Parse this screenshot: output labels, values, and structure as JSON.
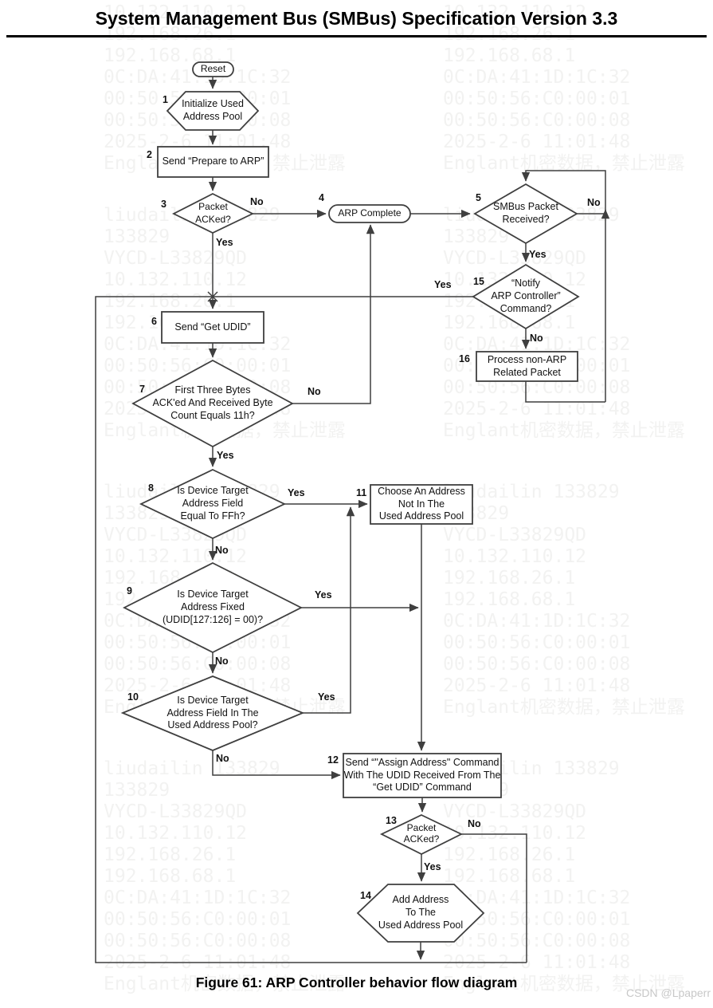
{
  "header": {
    "title": "System Management Bus (SMBus) Specification Version 3.3"
  },
  "caption": "Figure 61: ARP Controller behavior flow diagram",
  "credit": "CSDN @Lpaperr",
  "colors": {
    "line": "#3f3f3f",
    "node_fill": "#ffffff",
    "text": "#111111",
    "credit_gray": "#c8c8c8",
    "rule_black": "#000000"
  },
  "labels": {
    "yes": "Yes",
    "no": "No"
  },
  "watermark": {
    "block": "liudailin 133829\n133829\nVYCD-L33829QD\n10.132.110.12\n192.168.26.1\n192.168.68.1\n0C:DA:41:1D:1C:32\n00:50:56:C0:00:01\n00:50:56:C0:00:08\n2025-2-6 11:01:48\nEnglant机密数据，禁止泄露"
  },
  "steps": {
    "reset": {
      "label": "Reset"
    },
    "s1": {
      "num": "1",
      "label": "Initialize Used\nAddress Pool"
    },
    "s2": {
      "num": "2",
      "label": "Send “Prepare to ARP”"
    },
    "s3": {
      "num": "3",
      "label": "Packet\nACKed?"
    },
    "s4": {
      "num": "4",
      "label": "ARP Complete"
    },
    "s5": {
      "num": "5",
      "label": "SMBus Packet\nReceived?"
    },
    "s6": {
      "num": "6",
      "label": "Send “Get UDID”"
    },
    "s7": {
      "num": "7",
      "label": "First Three Bytes\nACK'ed And Received Byte\nCount Equals 11h?"
    },
    "s8": {
      "num": "8",
      "label": "Is Device Target\nAddress Field\nEqual To FFh?"
    },
    "s9": {
      "num": "9",
      "label": "Is Device Target\nAddress Fixed\n(UDID[127:126] = 00)?"
    },
    "s10": {
      "num": "10",
      "label": "Is Device Target\nAddress Field In The\nUsed Address Pool?"
    },
    "s11": {
      "num": "11",
      "label": "Choose An Address\nNot In The\nUsed Address Pool"
    },
    "s12": {
      "num": "12",
      "label": "Send “\"Assign Address\" Command\nWith The UDID Received From The\n“Get UDID” Command"
    },
    "s13": {
      "num": "13",
      "label": "Packet\nACKed?"
    },
    "s14": {
      "num": "14",
      "label": "Add Address\nTo The\nUsed Address Pool"
    },
    "s15": {
      "num": "15",
      "label": "“Notify\nARP Controller”\nCommand?"
    },
    "s16": {
      "num": "16",
      "label": "Process non-ARP\nRelated Packet"
    }
  },
  "edges": [
    {
      "from": "reset",
      "to": "1"
    },
    {
      "from": "1",
      "to": "2"
    },
    {
      "from": "2",
      "to": "3"
    },
    {
      "from": "3",
      "to": "4",
      "label": "No"
    },
    {
      "from": "3",
      "to": "6",
      "label": "Yes"
    },
    {
      "from": "4",
      "to": "5"
    },
    {
      "from": "5",
      "to": "5",
      "label": "No"
    },
    {
      "from": "5",
      "to": "15",
      "label": "Yes"
    },
    {
      "from": "15",
      "to": "6",
      "label": "Yes"
    },
    {
      "from": "15",
      "to": "16",
      "label": "No"
    },
    {
      "from": "16",
      "to": "5"
    },
    {
      "from": "6",
      "to": "7"
    },
    {
      "from": "7",
      "to": "4",
      "label": "No"
    },
    {
      "from": "7",
      "to": "8",
      "label": "Yes"
    },
    {
      "from": "8",
      "to": "11",
      "label": "Yes"
    },
    {
      "from": "8",
      "to": "9",
      "label": "No"
    },
    {
      "from": "9",
      "to": "12",
      "label": "Yes"
    },
    {
      "from": "9",
      "to": "10",
      "label": "No"
    },
    {
      "from": "10",
      "to": "11",
      "label": "Yes"
    },
    {
      "from": "10",
      "to": "12",
      "label": "No"
    },
    {
      "from": "11",
      "to": "12"
    },
    {
      "from": "12",
      "to": "13"
    },
    {
      "from": "13",
      "to": "6",
      "label": "No"
    },
    {
      "from": "13",
      "to": "14",
      "label": "Yes"
    },
    {
      "from": "14",
      "to": "6"
    }
  ]
}
